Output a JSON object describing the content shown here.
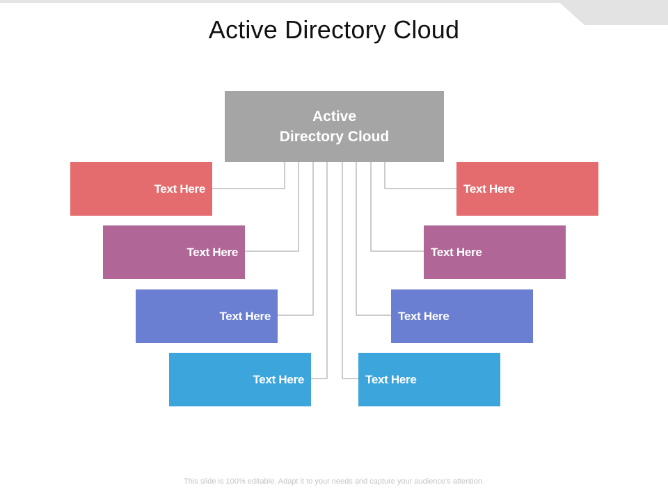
{
  "title": "Active Directory Cloud",
  "root": {
    "label": "Active\nDirectory Cloud"
  },
  "colors": {
    "root": "#a5a5a5",
    "tier1": "#e56c6e",
    "tier2": "#b06797",
    "tier3": "#6b7fd2",
    "tier4": "#3ba5dc",
    "connector": "#9a9a9a"
  },
  "left_nodes": [
    {
      "label": "Text Here"
    },
    {
      "label": "Text Here"
    },
    {
      "label": "Text Here"
    },
    {
      "label": "Text Here"
    }
  ],
  "right_nodes": [
    {
      "label": "Text Here"
    },
    {
      "label": "Text Here"
    },
    {
      "label": "Text Here"
    },
    {
      "label": "Text Here"
    }
  ],
  "footer": "This slide is 100% editable. Adapt it to your needs and capture your audience's attention."
}
